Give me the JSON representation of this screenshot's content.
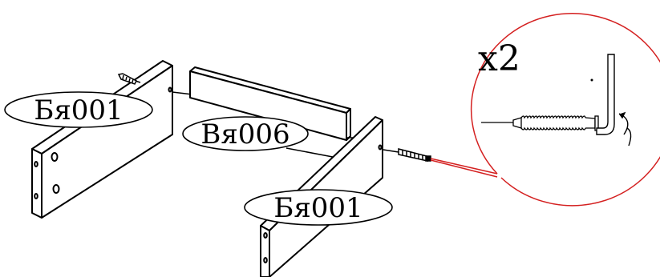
{
  "diagram": {
    "parts": {
      "left_side_panel": {
        "code": "Бя001"
      },
      "back_panel": {
        "code": "Вя006"
      },
      "right_side_panel": {
        "code": "Бя001"
      }
    },
    "detail": {
      "quantity": "x2",
      "fastener": "confirmat-screw",
      "tool": "hex-key"
    },
    "colors": {
      "line": "#000000",
      "callout": "#d42020",
      "background": "#ffffff"
    }
  }
}
